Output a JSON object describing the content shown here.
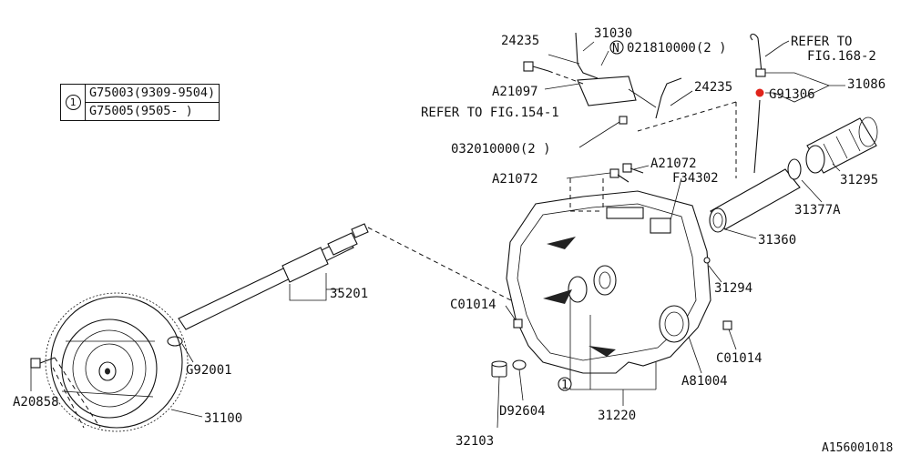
{
  "ref_table": {
    "index_symbol": "1",
    "rows": [
      {
        "part": "G75003",
        "range": "(9309-9504)"
      },
      {
        "part": "G75005",
        "range": "(9505-     )"
      }
    ]
  },
  "callouts": {
    "p24235_a": "24235",
    "p31030": "31030",
    "n_symbol": "N",
    "p021810000": "021810000(2 )",
    "refer_168_line1": "REFER TO",
    "refer_168_line2": "FIG.168-2",
    "a21097": "A21097",
    "refer_154": "REFER TO FIG.154-1",
    "p24235_b": "24235",
    "g91306": "G91306",
    "p31086": "31086",
    "p032010000": "032010000(2 )",
    "a21072_a": "A21072",
    "a21072_b": "A21072",
    "f34302": "F34302",
    "p31295": "31295",
    "p31377a": "31377A",
    "p31360": "31360",
    "p35201": "35201",
    "p31294": "31294",
    "c01014_a": "C01014",
    "c01014_b": "C01014",
    "g92001": "G92001",
    "a20858": "A20858",
    "p31100": "31100",
    "a81004": "A81004",
    "circle_1": "1",
    "d92604": "D92604",
    "p31220": "31220",
    "p32103": "32103",
    "figure_id": "A156001018"
  },
  "colors": {
    "line": "#111111",
    "background": "#ffffff",
    "highlight_marker": "#e0241b"
  }
}
